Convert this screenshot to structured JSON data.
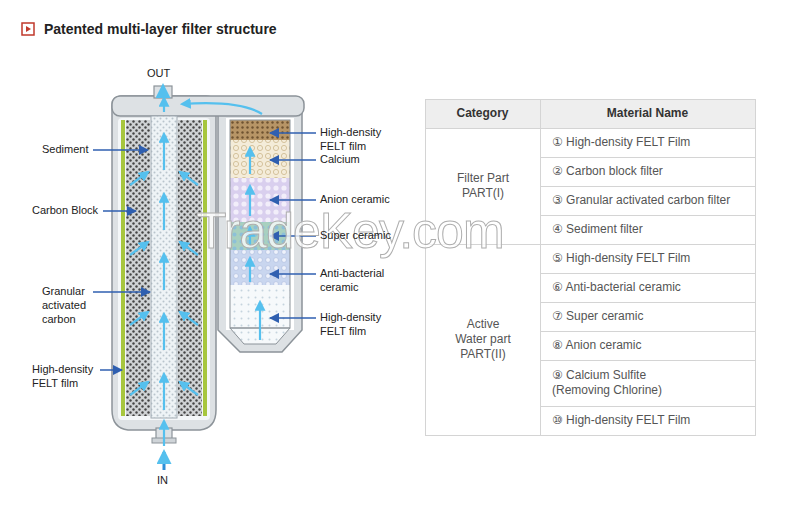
{
  "diagram": {
    "title": "Patented multi-layer filter structure",
    "labels": [
      "OUT",
      "Sediment",
      "Carbon Block",
      "Granular activated carbon",
      "High-density FELT film",
      "High-density FELT film",
      "Calcium",
      "Anion ceramic",
      "Super ceramic",
      "Anti-bacterial ceramic",
      "High-density FELT film",
      "IN",
      "Category",
      "Material Name",
      "Filter Part PART(I)",
      "① High-density FELT Film",
      "② Carbon block filter",
      "③ Granular activated carbon filter",
      "④ Sediment filter",
      "Active Water part PART(II)",
      "⑤ High-density FELT Film",
      "⑥ Anti-bacterial ceramic",
      "⑦ Super ceramic",
      "⑧ Anion ceramic",
      "⑨ Calcium Sulfite (Removing Chlorine)",
      "⑩ High-density FELT Film",
      "TradeKey.com"
    ]
  }
}
